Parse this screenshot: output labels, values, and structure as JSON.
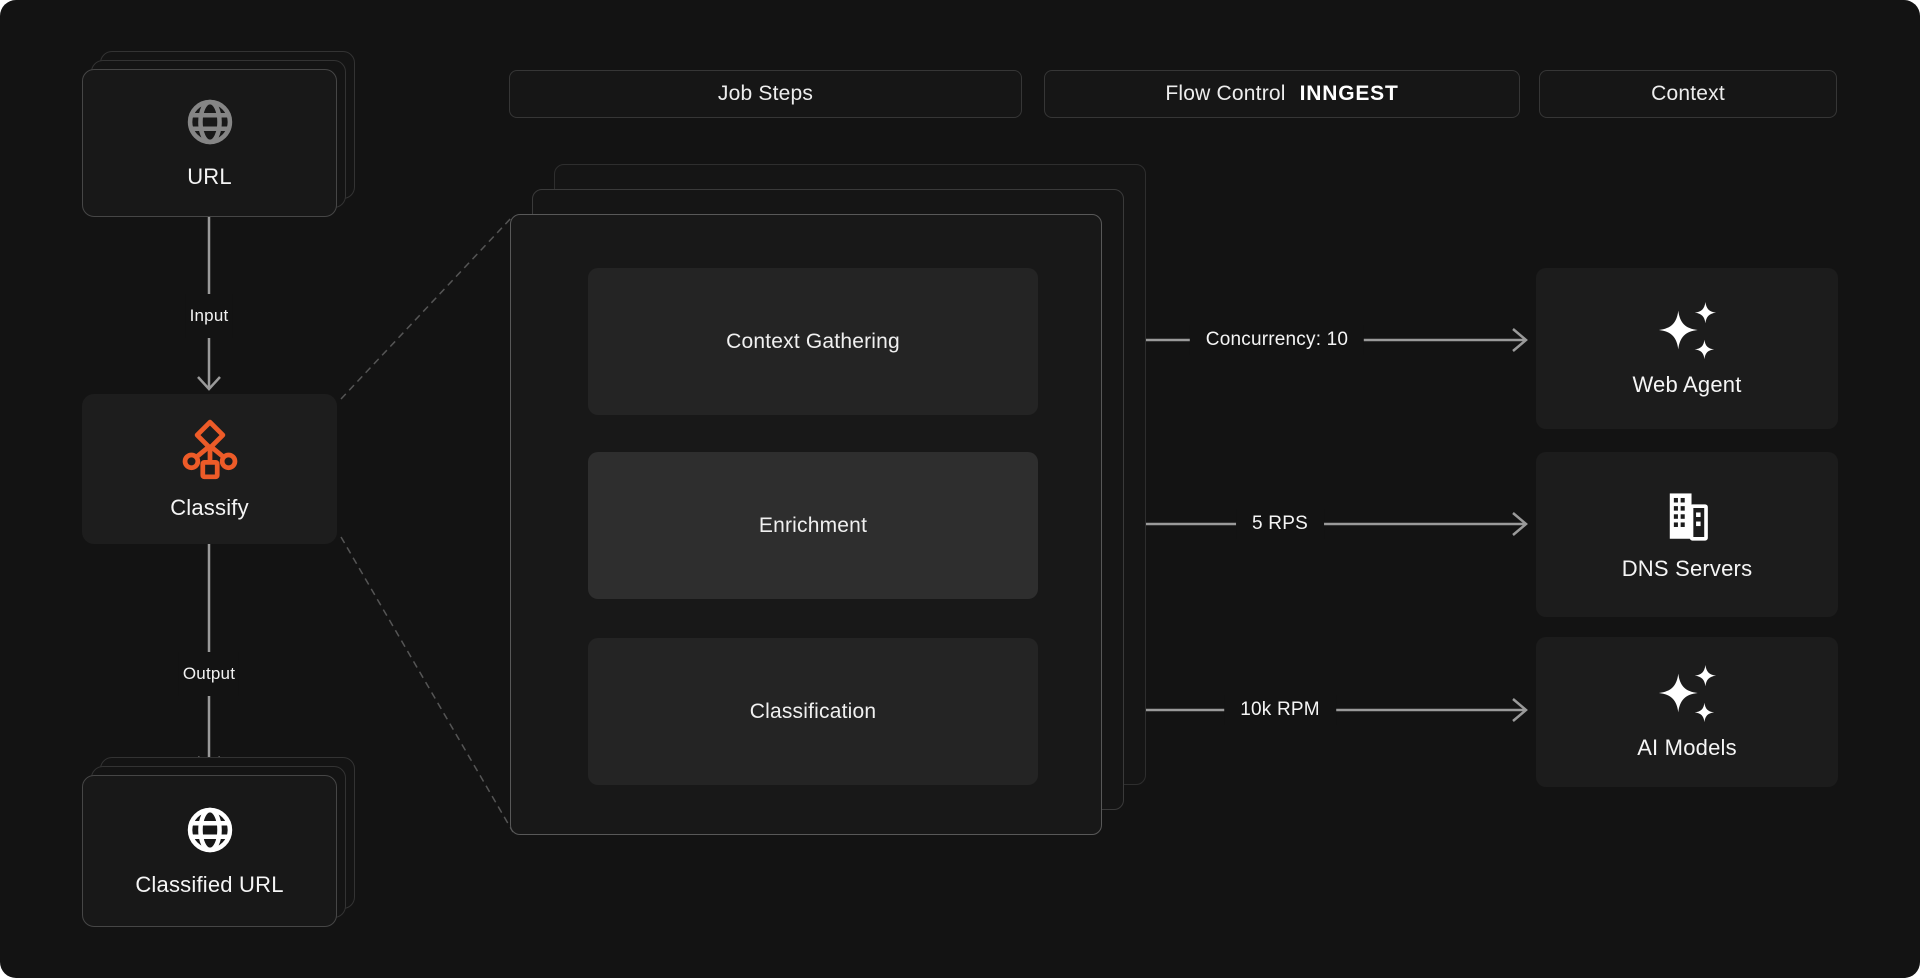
{
  "colors": {
    "background": "#131313",
    "accent_orange": "#ed5b28",
    "line_gray": "#9a9a9a",
    "dashed_gray": "#4f4f4f"
  },
  "left_flow": {
    "input_card": {
      "label": "URL",
      "icon": "globe-icon"
    },
    "input_arrow_label": "Input",
    "classify_node": {
      "label": "Classify",
      "icon": "classify-branch-icon"
    },
    "output_arrow_label": "Output",
    "output_card": {
      "label": "Classified URL",
      "icon": "globe-icon"
    }
  },
  "headers": {
    "job_steps": "Job Steps",
    "flow_control": "Flow Control",
    "flow_control_brand": "INNGEST",
    "context": "Context"
  },
  "job_steps_panel": {
    "steps": [
      {
        "label": "Context Gathering",
        "highlighted": false
      },
      {
        "label": "Enrichment",
        "highlighted": true
      },
      {
        "label": "Classification",
        "highlighted": false
      }
    ]
  },
  "flow_controls": [
    {
      "label": "Concurrency: 10"
    },
    {
      "label": "5 RPS"
    },
    {
      "label": "10k RPM"
    }
  ],
  "context_services": [
    {
      "label": "Web Agent",
      "icon": "sparkles-icon"
    },
    {
      "label": "DNS Servers",
      "icon": "building-icon"
    },
    {
      "label": "AI Models",
      "icon": "sparkles-icon"
    }
  ]
}
